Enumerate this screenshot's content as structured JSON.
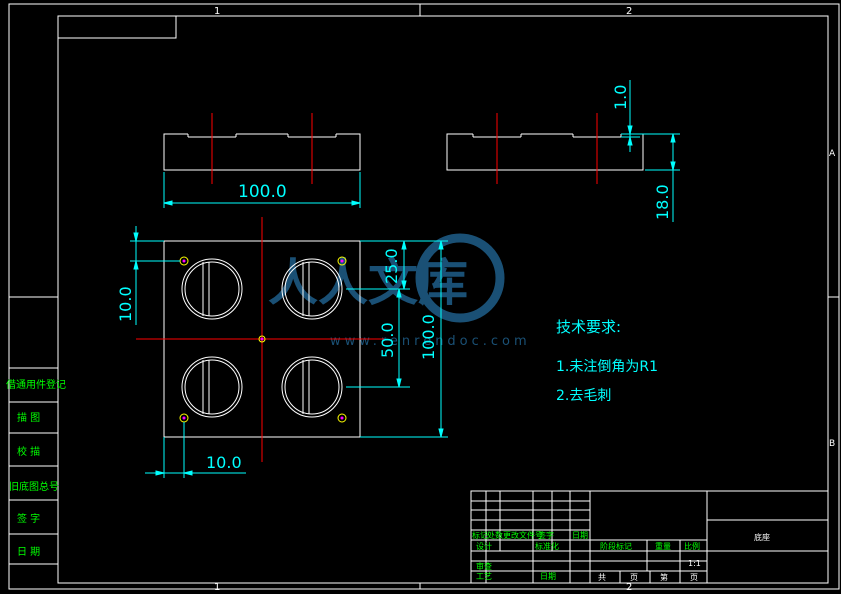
{
  "colors": {
    "background": "#000000",
    "frame": "#ffffff",
    "dimension": "#00ffff",
    "centerline": "#ff0000",
    "table_text": "#00ff00",
    "watermark": "#1f5f8a"
  },
  "frame": {
    "zone_top": [
      "1",
      "2"
    ],
    "zone_bottom": [
      "1",
      "2"
    ],
    "zone_side": [
      "A",
      "B"
    ]
  },
  "dimensions": {
    "top_width": "100.0",
    "side_gap": "1.0",
    "side_height": "18.0",
    "plan_offset_y": "10.0",
    "plan_offset_x": "10.0",
    "plan_hole_pitch": "25.0",
    "plan_height_mid": "50.0",
    "plan_height_total": "100.0"
  },
  "notes": {
    "title": "技术要求:",
    "items": [
      "1.未注倒角为R1",
      "2.去毛刺"
    ]
  },
  "left_column": [
    "借通用件登记",
    "描 图",
    "校 描",
    "旧底图总号",
    "签 字",
    "日 期"
  ],
  "title_block": {
    "drawing_name": "底座",
    "row_labels": [
      "标记",
      "处数",
      "更改文件号",
      "签字",
      "日期"
    ],
    "design": "设计",
    "standardization": "标准化",
    "review": "审查",
    "process": "工艺",
    "date": "日期",
    "stage_mark": "阶段标记",
    "weight": "重量",
    "scale": "比例",
    "scale_value": "1:1",
    "total": "共",
    "sheet_unit": "页",
    "sheet": "第"
  },
  "watermark": {
    "text": "人人文库",
    "url": "www.renrendoc.com"
  }
}
